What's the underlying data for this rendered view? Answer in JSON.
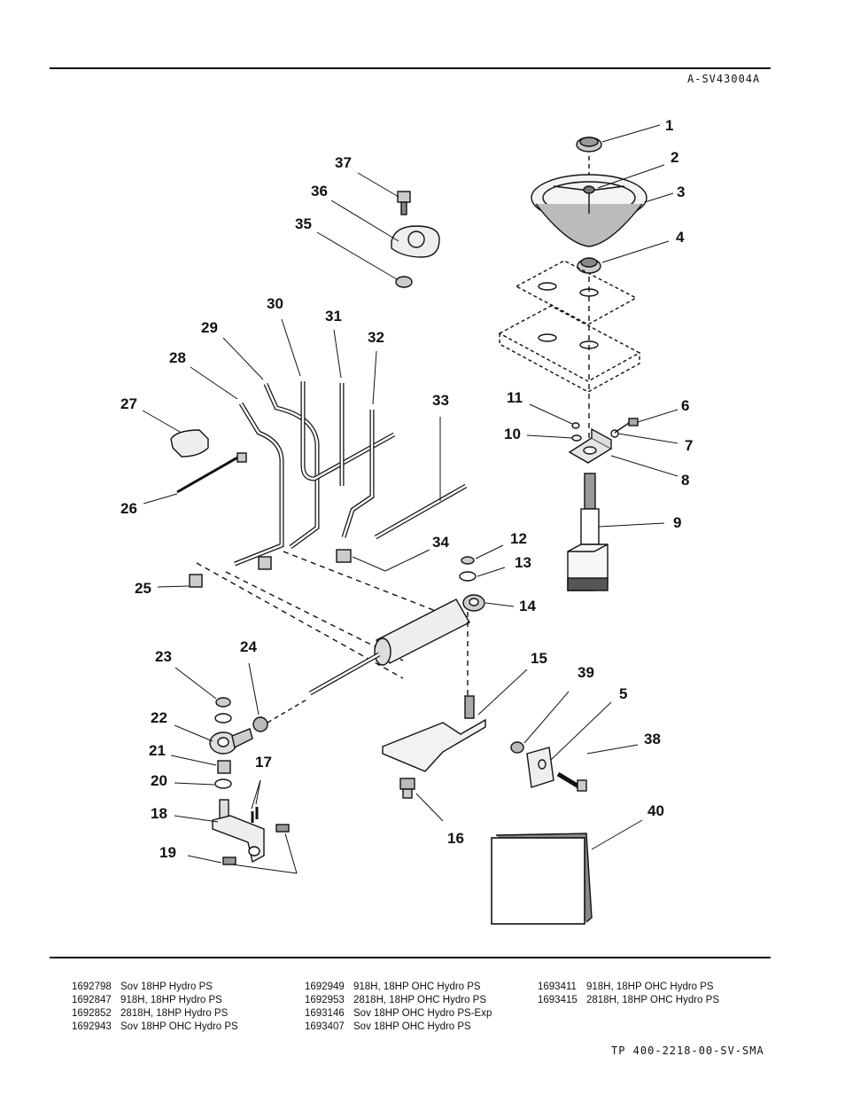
{
  "header": {
    "drawing_code": "A-SV43004A"
  },
  "footer": {
    "doc_code": "TP 400-2218-00-SV-SMA"
  },
  "callouts": [
    "1",
    "2",
    "3",
    "4",
    "5",
    "6",
    "7",
    "8",
    "9",
    "10",
    "11",
    "12",
    "13",
    "14",
    "15",
    "16",
    "17",
    "18",
    "19",
    "20",
    "21",
    "22",
    "23",
    "24",
    "25",
    "26",
    "27",
    "28",
    "29",
    "30",
    "31",
    "32",
    "33",
    "34",
    "35",
    "36",
    "37",
    "38",
    "39",
    "40"
  ],
  "models": {
    "col1": [
      {
        "number": "1692798",
        "name": "Sov 18HP Hydro PS"
      },
      {
        "number": "1692847",
        "name": "918H, 18HP Hydro PS"
      },
      {
        "number": "1692852",
        "name": "2818H, 18HP Hydro PS"
      },
      {
        "number": "1692943",
        "name": "Sov 18HP OHC Hydro PS"
      }
    ],
    "col2": [
      {
        "number": "1692949",
        "name": "918H, 18HP OHC Hydro PS"
      },
      {
        "number": "1692953",
        "name": "2818H, 18HP OHC Hydro PS"
      },
      {
        "number": "1693146",
        "name": "Sov 18HP OHC Hydro PS-Exp"
      },
      {
        "number": "1693407",
        "name": "Sov 18HP OHC Hydro PS"
      }
    ],
    "col3": [
      {
        "number": "1693411",
        "name": "918H, 18HP OHC Hydro PS"
      },
      {
        "number": "1693415",
        "name": "2818H, 18HP OHC Hydro PS"
      }
    ]
  }
}
